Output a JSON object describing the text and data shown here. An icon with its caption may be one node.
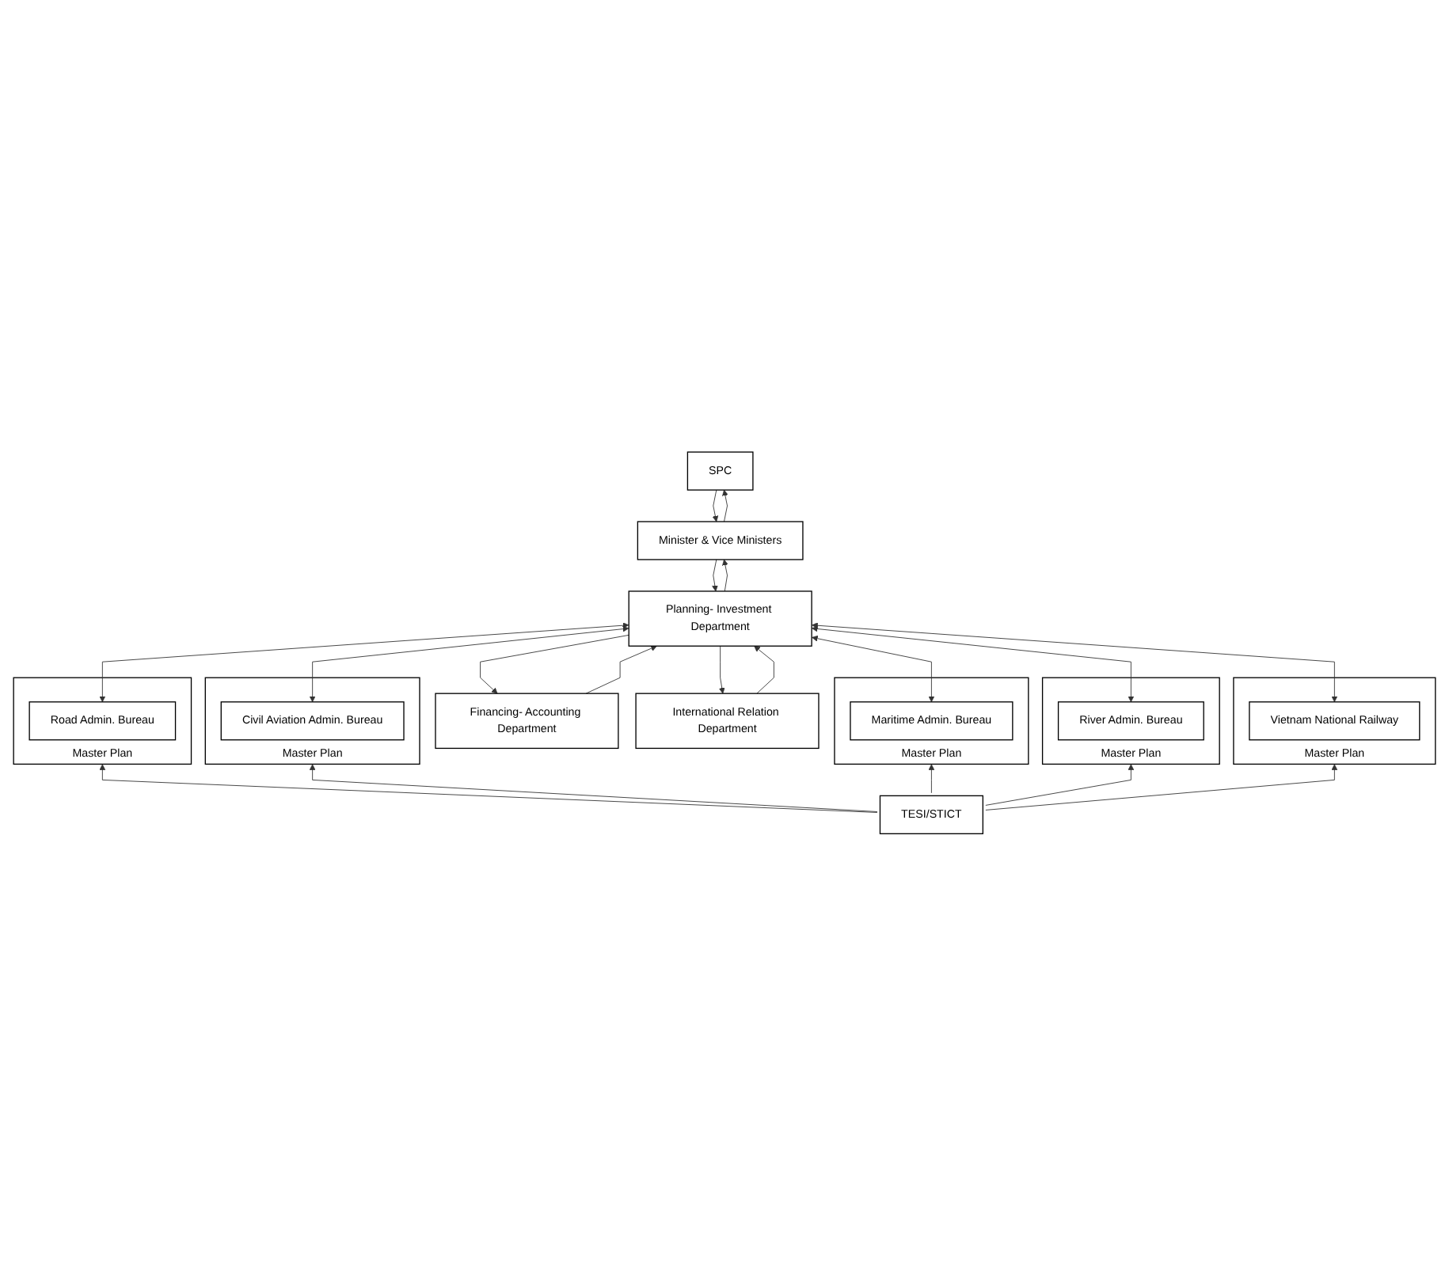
{
  "diagram": {
    "nodes": [
      {
        "text": [
          "SPC"
        ]
      },
      {
        "text": [
          "Minister & Vice Ministers"
        ]
      },
      {
        "text": [
          "Financing- Accounting Department"
        ]
      },
      {
        "text": [
          "Planning- Investment Department"
        ]
      },
      {
        "text": [
          "International Relation Department"
        ]
      },
      {
        "text": [
          "Master Plan"
        ]
      },
      {
        "text": [
          "Road Admin. Bureau"
        ],
        "in": 5
      },
      {
        "text": [
          "Master Plan"
        ]
      },
      {
        "text": [
          "Civil Aviation Admin. Bureau"
        ],
        "in": 7
      },
      {
        "text": [
          "Master Plan"
        ]
      },
      {
        "text": [
          "Maritime Admin. Bureau"
        ],
        "in": 9
      },
      {
        "text": [
          "Master Plan"
        ]
      },
      {
        "text": [
          "River Admin. Bureau"
        ],
        "in": 11
      },
      {
        "text": [
          "Master Plan"
        ]
      },
      {
        "text": [
          "Vietnam National Railway"
        ],
        "in": 13
      },
      {
        "text": [
          "TESI/STICT"
        ]
      }
    ],
    "edges": [
      {
        "from": 1,
        "to": 0,
        "arrow": "to"
      },
      {
        "from": 0,
        "to": 1,
        "arrow": "to"
      },
      {
        "from": 3,
        "to": 1,
        "arrow": "to"
      },
      {
        "from": 1,
        "to": 3,
        "arrow": "to"
      },
      {
        "from": 2,
        "to": 3,
        "arrow": "to"
      },
      {
        "from": 3,
        "to": 2,
        "arrow": "to"
      },
      {
        "from": 3,
        "to": 4,
        "arrow": "to"
      },
      {
        "from": 4,
        "to": 3,
        "arrow": "to"
      },
      {
        "from": 3,
        "to": 6,
        "arrow": "both"
      },
      {
        "from": 3,
        "to": 8,
        "arrow": "both"
      },
      {
        "from": 3,
        "to": 10,
        "arrow": "both"
      },
      {
        "from": 3,
        "to": 12,
        "arrow": "both"
      },
      {
        "from": 3,
        "to": 14,
        "arrow": "both"
      },
      {
        "from": 15,
        "to": 5,
        "arrow": "to"
      },
      {
        "from": 15,
        "to": 7,
        "arrow": "to"
      },
      {
        "from": 15,
        "to": 9,
        "arrow": "to"
      },
      {
        "from": 15,
        "to": 11,
        "arrow": "to"
      },
      {
        "from": 15,
        "to": 13,
        "arrow": "to"
      }
    ]
  }
}
